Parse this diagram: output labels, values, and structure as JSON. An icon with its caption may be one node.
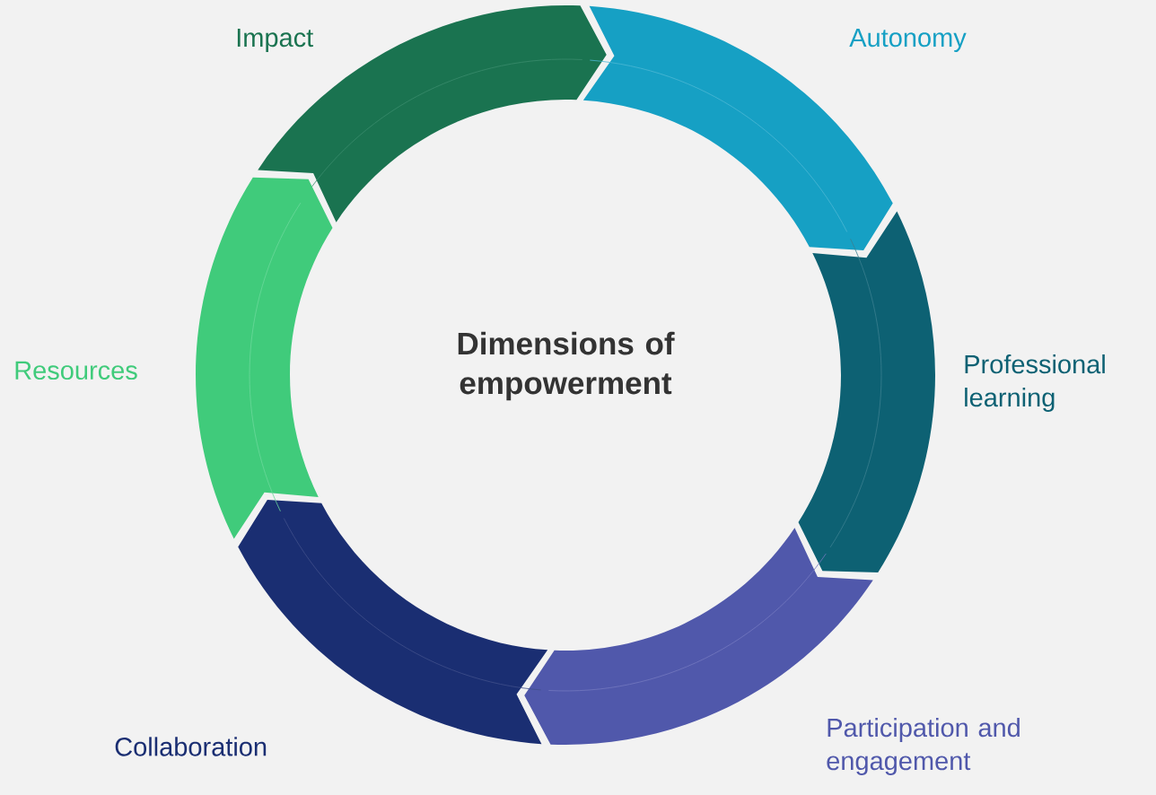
{
  "diagram": {
    "title": "Dimensions of empowerment",
    "nodes": [
      {
        "text": [
          "Impact"
        ]
      },
      {
        "text": [
          "Autonomy"
        ]
      },
      {
        "text": [
          "Professional learning"
        ]
      },
      {
        "text": [
          "Participation and engagement"
        ]
      },
      {
        "text": [
          "Collaboration"
        ]
      },
      {
        "text": [
          "Resources"
        ]
      }
    ]
  }
}
